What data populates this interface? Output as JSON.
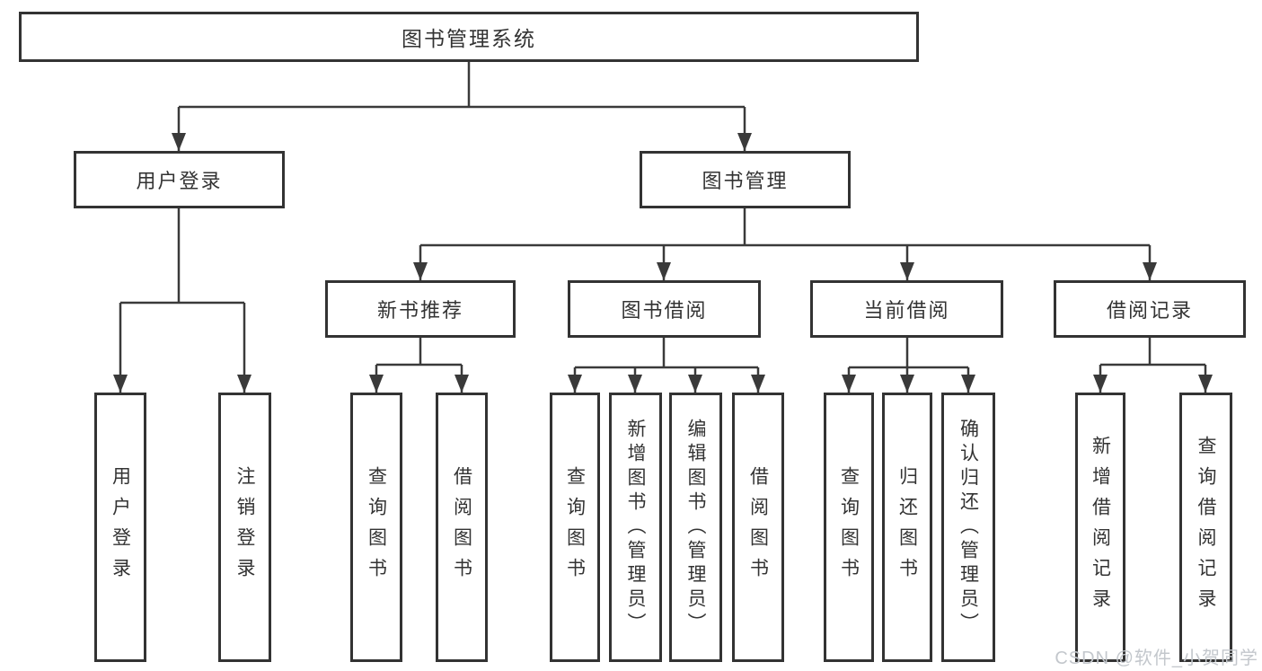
{
  "watermark": "CSDN @软件_小贺同学",
  "colors": {
    "line": "#3a3a3a",
    "box_border": "#333333",
    "box_fill": "#ffffff",
    "text": "#333333",
    "watermark": "#c3c7cc"
  },
  "nodes": {
    "root": {
      "label": "图书管理系统"
    },
    "user_login": {
      "label": "用户登录"
    },
    "book_mgmt": {
      "label": "图书管理"
    },
    "new_book_rec": {
      "label": "新书推荐"
    },
    "book_borrow": {
      "label": "图书借阅"
    },
    "current_borrow": {
      "label": "当前借阅"
    },
    "borrow_records": {
      "label": "借阅记录"
    },
    "leaf_user_login": {
      "label": "用户登录"
    },
    "leaf_logout": {
      "label": "注销登录"
    },
    "leaf_rec_query_books": {
      "label": "查询图书"
    },
    "leaf_rec_borrow_books": {
      "label": "借阅图书"
    },
    "leaf_bb_query_books": {
      "label": "查询图书"
    },
    "leaf_bb_add_books": {
      "label": "新增图书（管理员）"
    },
    "leaf_bb_edit_books": {
      "label": "编辑图书（管理员）"
    },
    "leaf_bb_borrow_books": {
      "label": "借阅图书"
    },
    "leaf_cb_query_books": {
      "label": "查询图书"
    },
    "leaf_cb_return_books": {
      "label": "归还图书"
    },
    "leaf_cb_confirm_return": {
      "label": "确认归还（管理员）"
    },
    "leaf_br_add_record": {
      "label": "新增借阅记录"
    },
    "leaf_br_query_record": {
      "label": "查询借阅记录"
    }
  },
  "hierarchy": {
    "root": [
      "user_login",
      "book_mgmt"
    ],
    "user_login": [
      "leaf_user_login",
      "leaf_logout"
    ],
    "book_mgmt": [
      "new_book_rec",
      "book_borrow",
      "current_borrow",
      "borrow_records"
    ],
    "new_book_rec": [
      "leaf_rec_query_books",
      "leaf_rec_borrow_books"
    ],
    "book_borrow": [
      "leaf_bb_query_books",
      "leaf_bb_add_books",
      "leaf_bb_edit_books",
      "leaf_bb_borrow_books"
    ],
    "current_borrow": [
      "leaf_cb_query_books",
      "leaf_cb_return_books",
      "leaf_cb_confirm_return"
    ],
    "borrow_records": [
      "leaf_br_add_record",
      "leaf_br_query_record"
    ]
  }
}
